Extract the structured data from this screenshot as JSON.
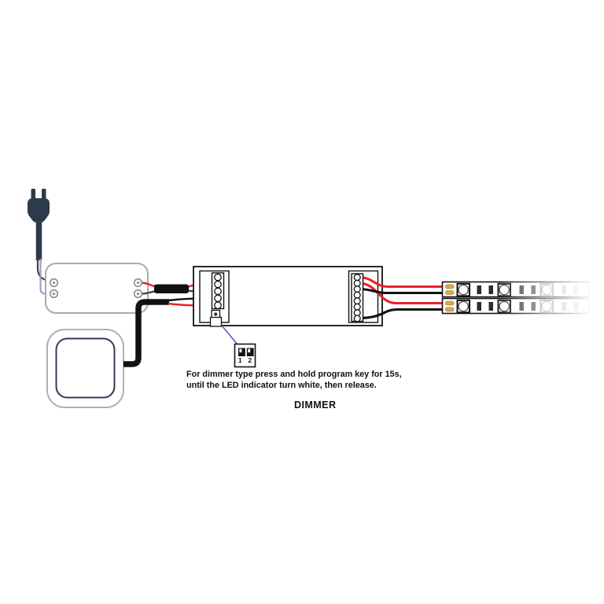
{
  "diagram": {
    "kind": "led-dimmer-wiring-diagram",
    "instruction_line1": "For dimmer type press and hold program key for 15s,",
    "instruction_line2": "until the LED indicator turn white, then release.",
    "device_label": "DIMMER",
    "dip_switch": {
      "pin1_label": "1",
      "pin2_label": "2",
      "positions": [
        "on",
        "on"
      ]
    },
    "components": {
      "power_plug": "ac-two-prong-plug",
      "power_supply": {
        "left_terminals": 2,
        "right_terminals": 2
      },
      "wall_switch": "rounded-push-switch",
      "controller": {
        "input_terminals": 5,
        "output_terminals": 8,
        "has_led_indicator": true,
        "has_program_key": true
      },
      "led_strips": {
        "count": 2,
        "visible_led_modules_per_strip": 3,
        "solder_pads_per_strip": 2
      }
    },
    "colors": {
      "wire_red": "#e8222a",
      "wire_black": "#111111",
      "wire_navy": "#3a4554",
      "wire_brown": "#5d3a34",
      "wire_light_blue": "#8fa1d9",
      "pointer_blue": "#4a5fc8",
      "plug_body": "#2c3a4a",
      "box_outline_gray": "#b0b0b0",
      "switch_inner_navy": "#2e3c52",
      "solder_pad_gold": "#d9a94c"
    }
  }
}
